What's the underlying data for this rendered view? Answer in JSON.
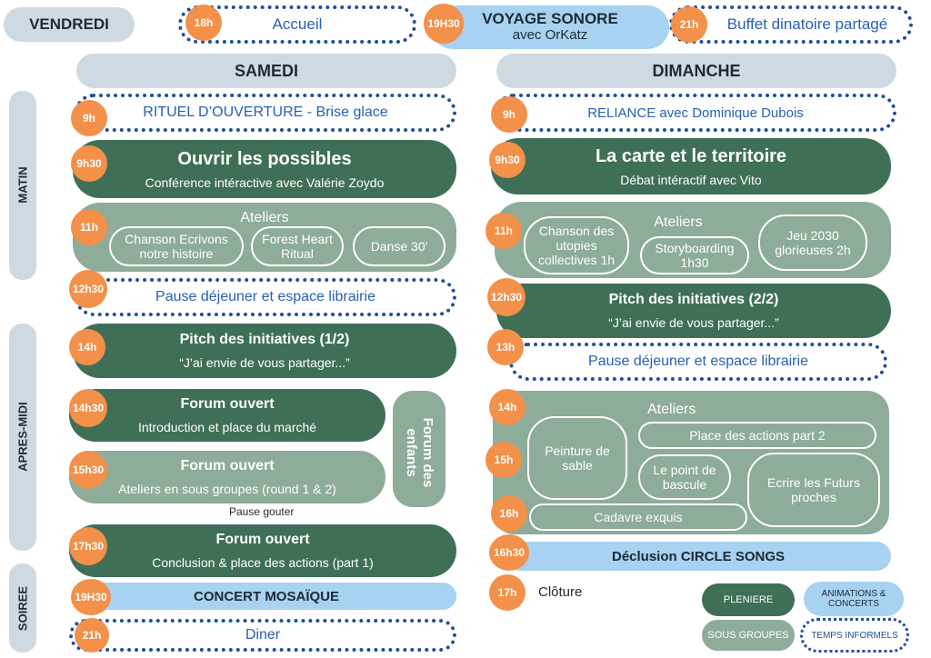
{
  "friday": {
    "label": "VENDREDI",
    "accueil": {
      "time": "18h",
      "text": "Accueil"
    },
    "voyage": {
      "time": "19H30",
      "title": "VOYAGE SONORE",
      "subtitle": "avec OrKatz"
    },
    "buffet": {
      "time": "21h",
      "text": "Buffet dinatoire partagé"
    }
  },
  "periods": {
    "matin": "MATIN",
    "apres_midi": "APRES-MIDI",
    "soiree": "SOIREE"
  },
  "samedi": {
    "header": "SAMEDI",
    "rituel": {
      "time": "9h",
      "text": "RITUEL D’OUVERTURE - Brise glace"
    },
    "ouvrir": {
      "time": "9h30",
      "title": "Ouvrir les possibles",
      "subtitle": "Conférence intéractive avec Valérie Zoydo"
    },
    "ateliers": {
      "time": "11h",
      "title": "Ateliers",
      "items": [
        "Chanson Ecrivons notre histoire",
        "Forest Heart Ritual",
        "Danse 30'"
      ]
    },
    "pause": {
      "time": "12h30",
      "text": "Pause déjeuner et espace librairie"
    },
    "pitch": {
      "time": "14h",
      "title": "Pitch des initiatives (1/2)",
      "subtitle": "“J’ai envie de vous partager...”"
    },
    "forum1": {
      "time": "14h30",
      "title": "Forum ouvert",
      "subtitle": "Introduction et place du marché"
    },
    "forum2": {
      "time": "15h30",
      "title": "Forum ouvert",
      "subtitle": "Ateliers en sous groupes (round 1 & 2)"
    },
    "forum_enfants": "Forum des enfants",
    "pause_gouter": "Pause gouter",
    "forum3": {
      "time": "17h30",
      "title": "Forum ouvert",
      "subtitle": "Conclusion & place des actions (part 1)"
    },
    "concert": {
      "time": "19H30",
      "text": "CONCERT MOSAÏQUE"
    },
    "diner": {
      "time": "21h",
      "text": "Diner"
    }
  },
  "dimanche": {
    "header": "DIMANCHE",
    "reliance": {
      "time": "9h",
      "text": "RELIANCE avec Dominique Dubois"
    },
    "carte": {
      "time": "9h30",
      "title": "La carte et le territoire",
      "subtitle": "Débat intéractif avec Vito"
    },
    "ateliers": {
      "time": "11h",
      "title": "Ateliers",
      "items": [
        "Chanson des utopies collectives 1h",
        "Storyboarding 1h30",
        "Jeu 2030 glorieuses 2h"
      ]
    },
    "pitch": {
      "time": "12h30",
      "title": "Pitch des initiatives (2/2)",
      "subtitle": "“J’ai envie de vous partager...”"
    },
    "pause": {
      "time": "13h",
      "text": "Pause déjeuner et espace librairie"
    },
    "ateliers_pm": {
      "times": [
        "14h",
        "15h",
        "16h"
      ],
      "title": "Ateliers",
      "items": [
        "Place des actions part 2",
        "Peinture de sable",
        "Le point de bascule",
        "Ecrire les Futurs proches",
        "Cadavre exquis"
      ]
    },
    "declusion": {
      "time": "16h30",
      "text": "Déclusion CIRCLE SONGS"
    },
    "cloture": {
      "time": "17h",
      "text": "Clôture"
    }
  },
  "legend": {
    "pleniere": "PLENIERE",
    "animations": "ANIMATIONS & CONCERTS",
    "sous_groupes": "SOUS GROUPES",
    "temps_informels": "TEMPS INFORMELS"
  },
  "colors": {
    "dark_green": "#3f7057",
    "mid_green": "#8eac9a",
    "light_blue": "#a7d2f1",
    "grey_blue": "#cfd9e2",
    "orange": "#f39049",
    "dotted_blue": "#1f4f9c"
  }
}
